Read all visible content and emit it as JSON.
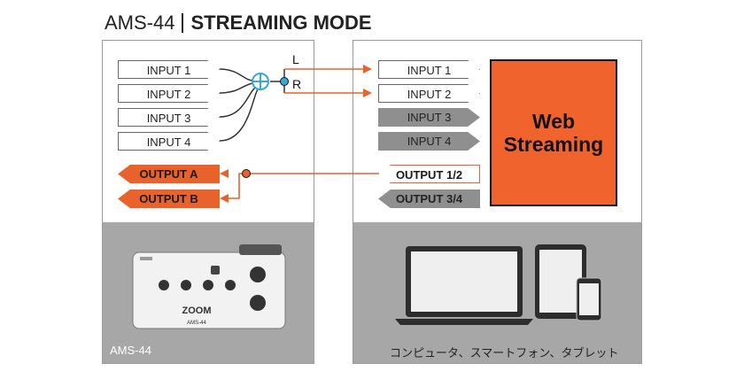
{
  "header": {
    "model": "AMS-44",
    "mode": "STREAMING MODE"
  },
  "device": {
    "inputs": [
      "INPUT 1",
      "INPUT 2",
      "INPUT 3",
      "INPUT 4"
    ],
    "outputs": [
      "OUTPUT A",
      "OUTPUT B"
    ],
    "mix_l": "L",
    "mix_r": "R",
    "caption": "AMS-44",
    "photo_logo": "ZOOM",
    "photo_model": "AMS-44"
  },
  "computer": {
    "inputs": [
      "INPUT 1",
      "INPUT 2",
      "INPUT 3",
      "INPUT 4"
    ],
    "outputs": [
      "OUTPUT 1/2",
      "OUTPUT 3/4"
    ],
    "web_line1": "Web",
    "web_line2": "Streaming",
    "caption": "コンピュータ、スマートフォン、タブレット"
  },
  "colors": {
    "accent": "#e8622b",
    "mixer": "#35a8e0",
    "gray_panel": "#a7a7a7",
    "gray_tag": "#8f8f8f"
  }
}
